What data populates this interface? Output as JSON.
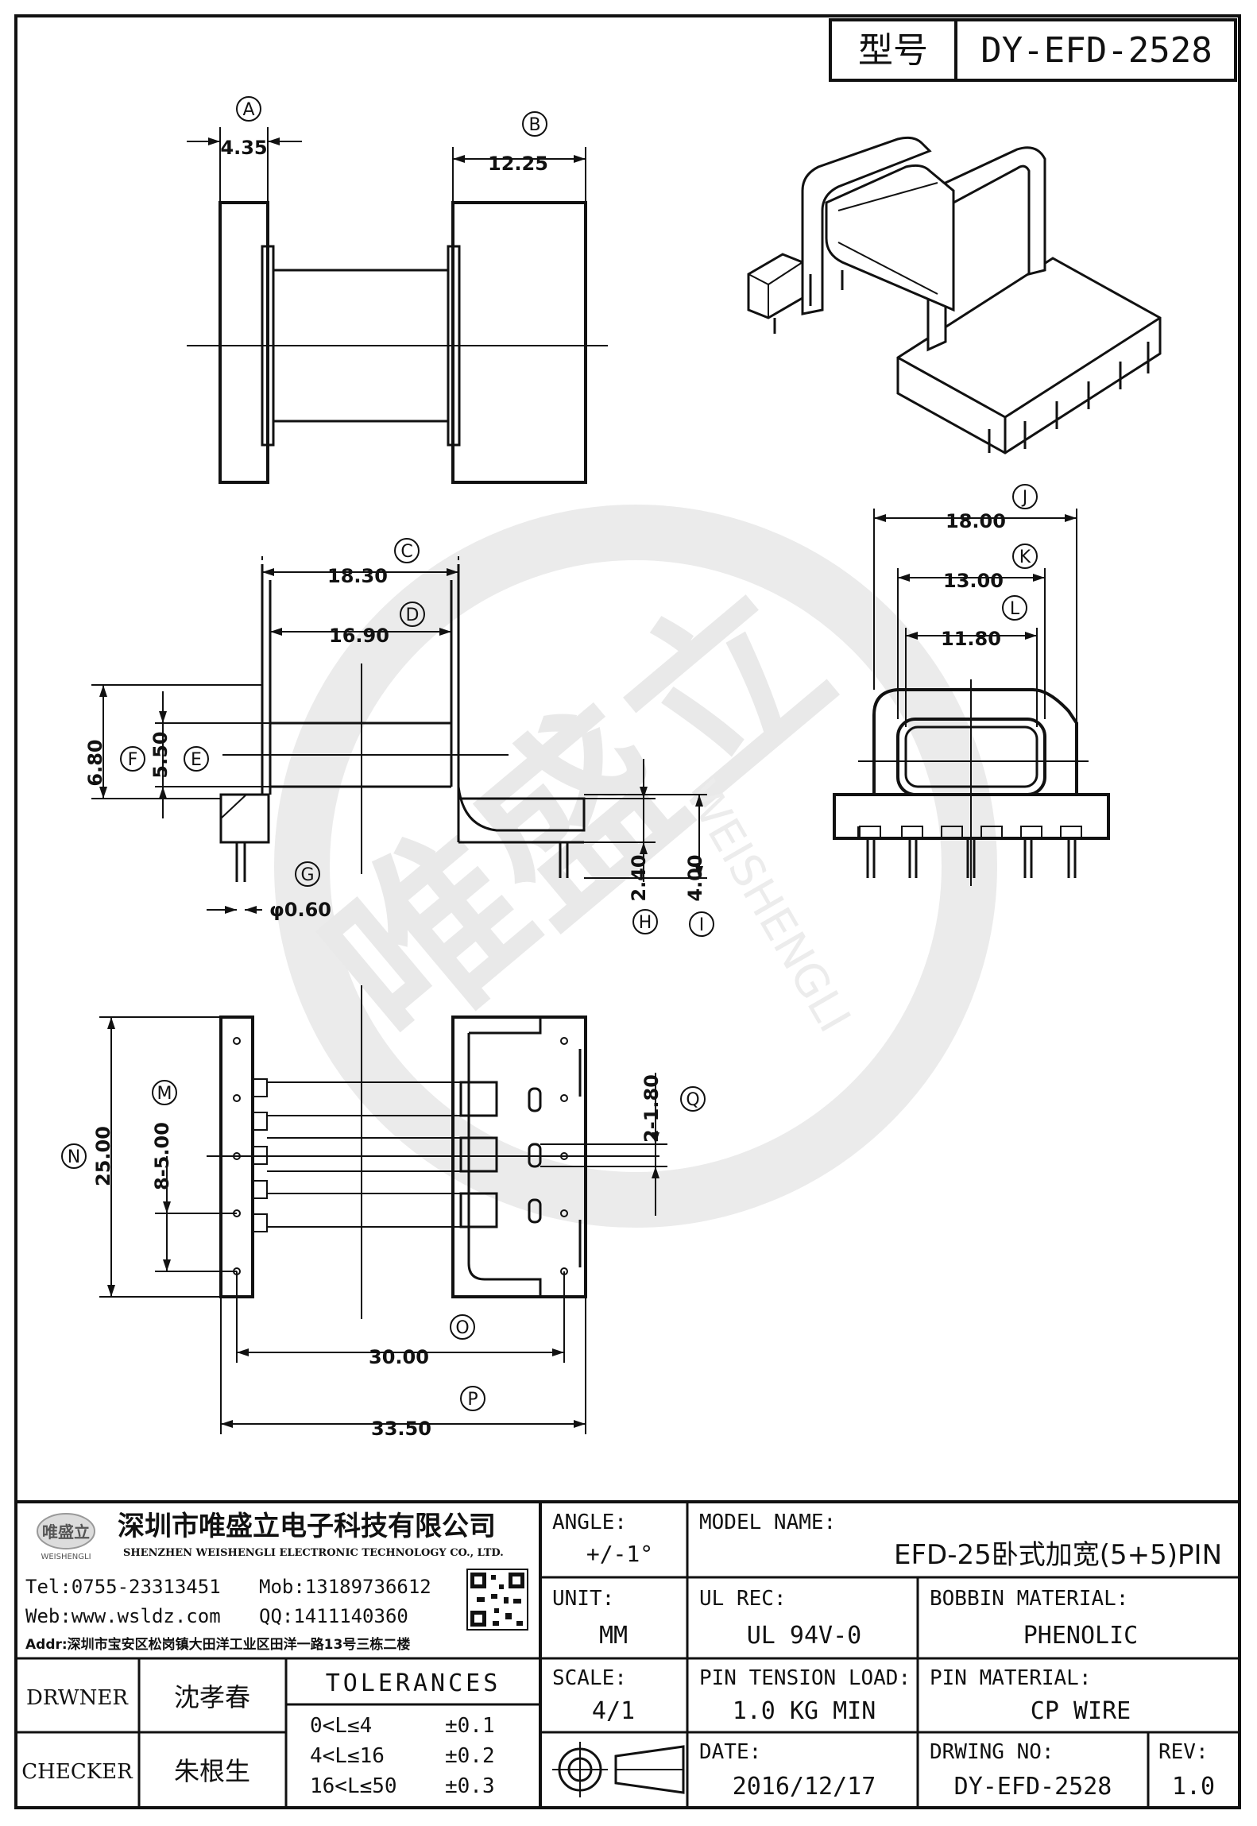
{
  "title_box": {
    "label": "型号",
    "value": "DY-EFD-2528"
  },
  "callouts": {
    "A": "A",
    "B": "B",
    "C": "C",
    "D": "D",
    "E": "E",
    "F": "F",
    "G": "G",
    "H": "H",
    "I": "I",
    "J": "J",
    "K": "K",
    "L": "L",
    "M": "M",
    "N": "N",
    "O": "O",
    "P": "P",
    "Q": "Q"
  },
  "dimensions": {
    "A": "4.35",
    "B": "12.25",
    "C": "18.30",
    "D": "16.90",
    "E": "5.50",
    "F": "6.80",
    "G": "φ0.60",
    "H": "2.40",
    "I": "4.00",
    "J": "18.00",
    "K": "13.00",
    "L": "11.80",
    "M": "8-5.00",
    "N": "25.00",
    "O": "30.00",
    "P": "33.50",
    "Q": "2-1.80"
  },
  "watermark": {
    "text": "唯盛立",
    "subtext": "WEISHENGLI"
  },
  "company": {
    "name_cn": "深圳市唯盛立电子科技有限公司",
    "name_en": "SHENZHEN WEISHENGLI ELECTRONIC TECHNOLOGY CO., LTD.",
    "logo_text": "唯盛立",
    "logo_sub": "WEISHENGLI",
    "tel": "Tel:0755-23313451",
    "mob": "Mob:13189736612",
    "web": "Web:www.wsldz.com",
    "qq": "QQ:1411140360",
    "addr": "Addr:深圳市宝安区松岗镇大田洋工业区田洋一路13号三栋二楼"
  },
  "title_block": {
    "angle_label": "ANGLE:",
    "angle_value": "+/-1°",
    "model_label": "MODEL NAME:",
    "model_value": "EFD-25卧式加宽(5+5)PIN",
    "unit_label": "UNIT:",
    "unit_value": "MM",
    "ulrec_label": "UL REC:",
    "ulrec_value": "UL 94V-0",
    "bobbin_label": "BOBBIN MATERIAL:",
    "bobbin_value": "PHENOLIC",
    "scale_label": "SCALE:",
    "scale_value": "4/1",
    "pintension_label": "PIN TENSION LOAD:",
    "pintension_value": "1.0 KG MIN",
    "pinmat_label": "PIN MATERIAL:",
    "pinmat_value": "CP WIRE",
    "date_label": "DATE:",
    "date_value": "2016/12/17",
    "drwno_label": "DRWING NO:",
    "drwno_value": "DY-EFD-2528",
    "rev_label": "REV:",
    "rev_value": "1.0",
    "drawer_label": "DRWNER",
    "drawer_value": "沈孝春",
    "checker_label": "CHECKER",
    "checker_value": "朱根生",
    "tolerances_label": "TOLERANCES",
    "tol1_range": "0<L≤4",
    "tol1_value": "±0.1",
    "tol2_range": "4<L≤16",
    "tol2_value": "±0.2",
    "tol3_range": "16<L≤50",
    "tol3_value": "±0.3"
  },
  "colors": {
    "line": "#111111",
    "watermark": "#e6e6e6",
    "background": "#ffffff"
  }
}
